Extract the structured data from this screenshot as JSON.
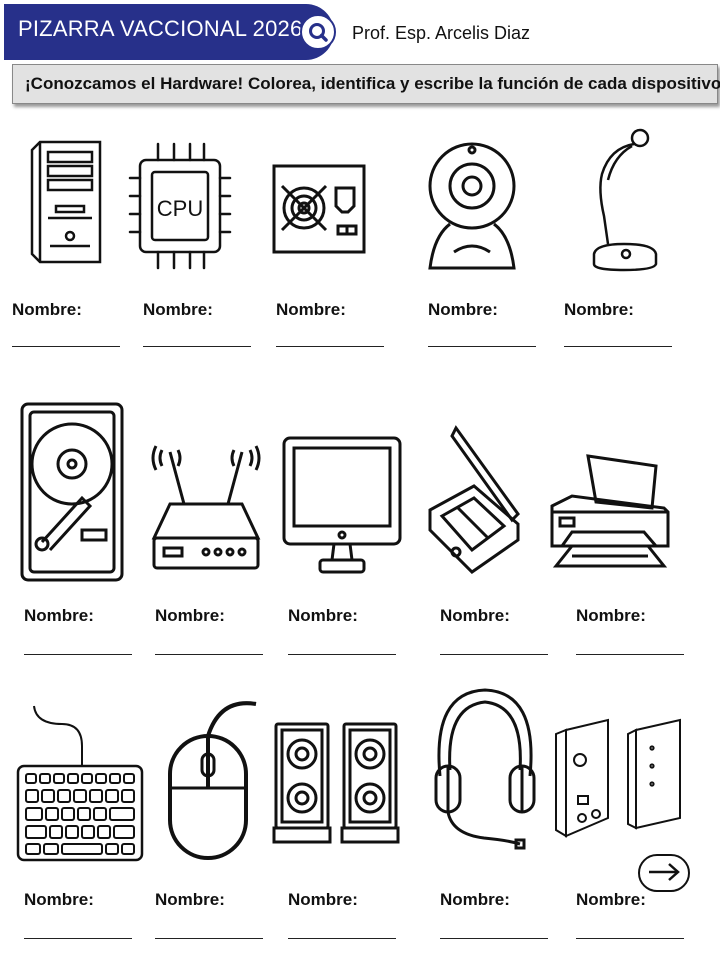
{
  "header": {
    "title": "PIZARRA VACCIONAL 2026",
    "author": "Prof. Esp. Arcelis Diaz",
    "instructions": "¡Conozcamos el Hardware!  Colorea, identifica y escribe la función de cada dispositivo",
    "accent_color": "#27308a"
  },
  "worksheet": {
    "name_label": "Nombre:",
    "items": [
      {
        "icon": "computer-tower-icon"
      },
      {
        "icon": "cpu-chip-icon",
        "text": "CPU"
      },
      {
        "icon": "power-supply-icon"
      },
      {
        "icon": "webcam-icon"
      },
      {
        "icon": "microphone-icon"
      },
      {
        "icon": "hard-drive-icon"
      },
      {
        "icon": "router-icon"
      },
      {
        "icon": "monitor-icon"
      },
      {
        "icon": "scanner-icon"
      },
      {
        "icon": "printer-icon"
      },
      {
        "icon": "keyboard-icon"
      },
      {
        "icon": "mouse-icon"
      },
      {
        "icon": "speakers-icon"
      },
      {
        "icon": "headphones-icon"
      },
      {
        "icon": "subwoofer-speakers-icon"
      }
    ]
  },
  "navigation": {
    "next_icon": "arrow-right-icon"
  }
}
